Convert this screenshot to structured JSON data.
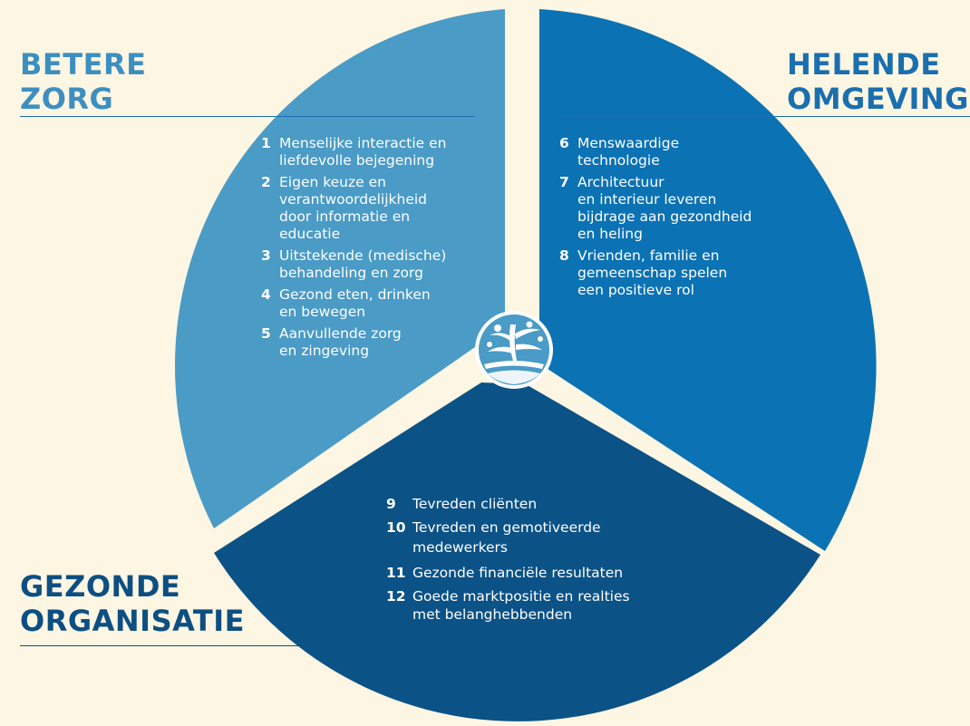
{
  "colors": {
    "background": "#fdf6e3",
    "betere_zorg": "#4a9bc6",
    "helende_omgeving": "#0b72b4",
    "gezonde_organisatie": "#0b5286",
    "title_betere": "#3d8fc0",
    "title_helende": "#1a6fae",
    "title_gezonde": "#0d4f82",
    "text": "#ffffff"
  },
  "icons": {
    "center": "tree-logo-icon"
  },
  "sections": {
    "betere_zorg": {
      "title_lines": [
        "BETERE",
        "ZORG"
      ],
      "items": [
        {
          "num": "1",
          "lines": [
            "Menselijke interactie en",
            "liefdevolle bejegening"
          ]
        },
        {
          "num": "2",
          "lines": [
            "Eigen keuze en",
            "verantwoordelijkheid",
            "door informatie en",
            "educatie"
          ]
        },
        {
          "num": "3",
          "lines": [
            "Uitstekende (medische)",
            "behandeling en zorg"
          ]
        },
        {
          "num": "4",
          "lines": [
            "Gezond eten, drinken",
            "en bewegen"
          ]
        },
        {
          "num": "5",
          "lines": [
            "Aanvullende zorg",
            "en zingeving"
          ]
        }
      ]
    },
    "helende_omgeving": {
      "title_lines": [
        "HELENDE",
        "OMGEVING"
      ],
      "items": [
        {
          "num": "6",
          "lines": [
            "Menswaardige",
            "technologie"
          ]
        },
        {
          "num": "7",
          "lines": [
            "Architectuur",
            "en interieur leveren",
            "bijdrage aan gezondheid",
            "en heling"
          ]
        },
        {
          "num": "8",
          "lines": [
            "Vrienden, familie en",
            "gemeenschap spelen",
            "een positieve rol"
          ]
        }
      ]
    },
    "gezonde_organisatie": {
      "title_lines": [
        "GEZONDE",
        "ORGANISATIE"
      ],
      "items": [
        {
          "num": "9",
          "lines": [
            "Tevreden cliënten"
          ]
        },
        {
          "num": "10",
          "lines": [
            "Tevreden en gemotiveerde",
            "medewerkers"
          ]
        },
        {
          "num": "11",
          "lines": [
            "Gezonde financiële resultaten"
          ]
        },
        {
          "num": "12",
          "lines": [
            "Goede marktpositie en realties",
            "met belanghebbenden"
          ]
        }
      ]
    }
  }
}
